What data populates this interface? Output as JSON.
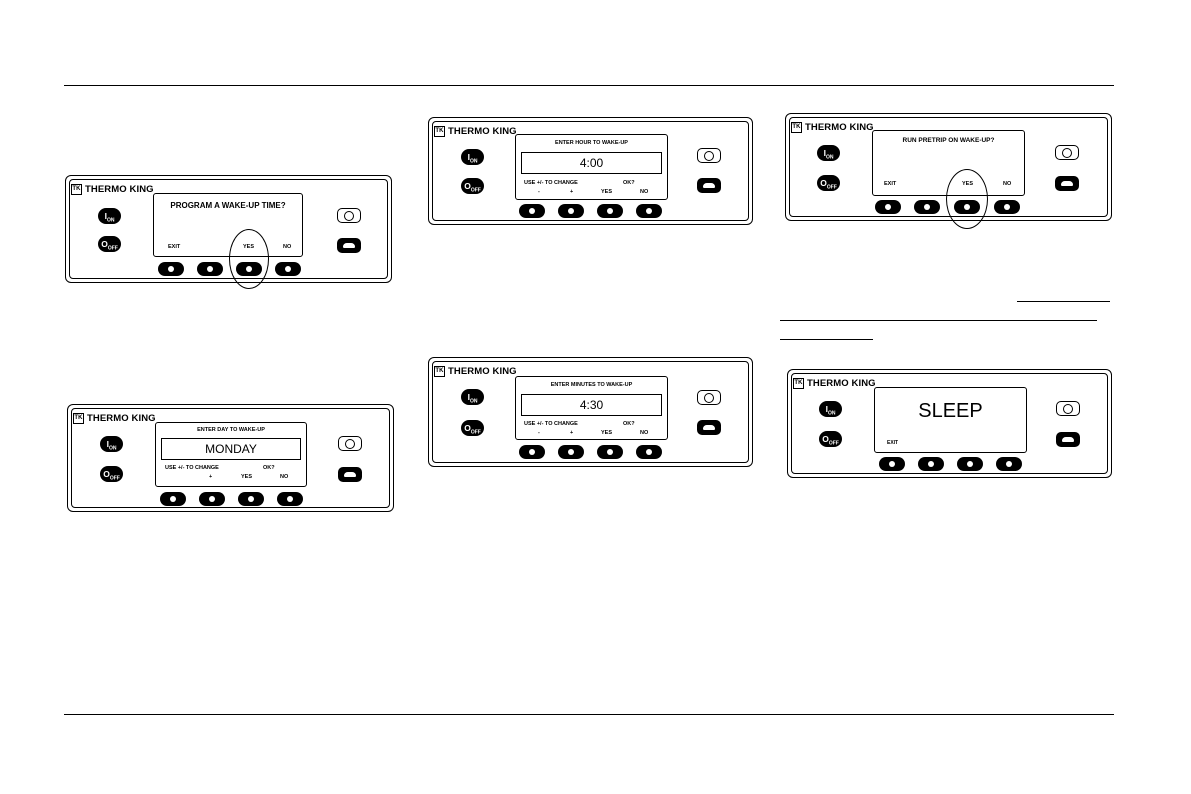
{
  "brand": "THERMO KING",
  "brand_mark": "TK",
  "keys": {
    "on": "I",
    "on_sub": "ON",
    "off": "O",
    "off_sub": "OFF"
  },
  "icons": {
    "gauge": "gauge-icon",
    "turtle": "turtle-icon"
  },
  "panels": [
    {
      "id": "p1",
      "prompt": "PROGRAM A WAKE-UP TIME?",
      "labels": {
        "exit": "EXIT",
        "yes": "YES",
        "no": "NO"
      }
    },
    {
      "id": "p2",
      "prompt": "ENTER DAY TO WAKE-UP",
      "value": "MONDAY",
      "labels": {
        "use": "USE +/- TO CHANGE",
        "ok": "OK?",
        "plus": "+",
        "yes": "YES",
        "no": "NO"
      }
    },
    {
      "id": "p3",
      "prompt": "ENTER HOUR TO WAKE-UP",
      "value": "4:00",
      "labels": {
        "use": "USE +/- TO CHANGE",
        "ok": "OK?",
        "minus": "-",
        "plus": "+",
        "yes": "YES",
        "no": "NO"
      }
    },
    {
      "id": "p4",
      "prompt": "ENTER MINUTES TO WAKE-UP",
      "value": "4:30",
      "labels": {
        "use": "USE +/- TO CHANGE",
        "ok": "OK?",
        "minus": "-",
        "plus": "+",
        "yes": "YES",
        "no": "NO"
      }
    },
    {
      "id": "p5",
      "prompt": "RUN PRETRIP ON WAKE-UP?",
      "labels": {
        "exit": "EXIT",
        "yes": "YES",
        "no": "NO"
      }
    },
    {
      "id": "p6",
      "value": "SLEEP",
      "labels": {
        "exit": "EXIT"
      }
    }
  ]
}
